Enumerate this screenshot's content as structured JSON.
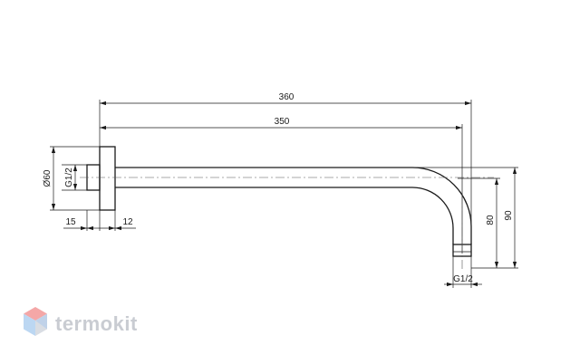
{
  "dimensions": {
    "total_length": "360",
    "arm_length": "350",
    "flange_diameter": "Ø60",
    "inlet_thread": "G1/2",
    "outlet_thread": "G1/2",
    "flange_offset": "15",
    "flange_thickness": "12",
    "drop_axis": "80",
    "drop_total": "90"
  },
  "watermark": {
    "brand": "termokit",
    "colors": [
      "#f4a7a7",
      "#a8c8ef",
      "#bcd7f2",
      "#d9dde3"
    ]
  }
}
